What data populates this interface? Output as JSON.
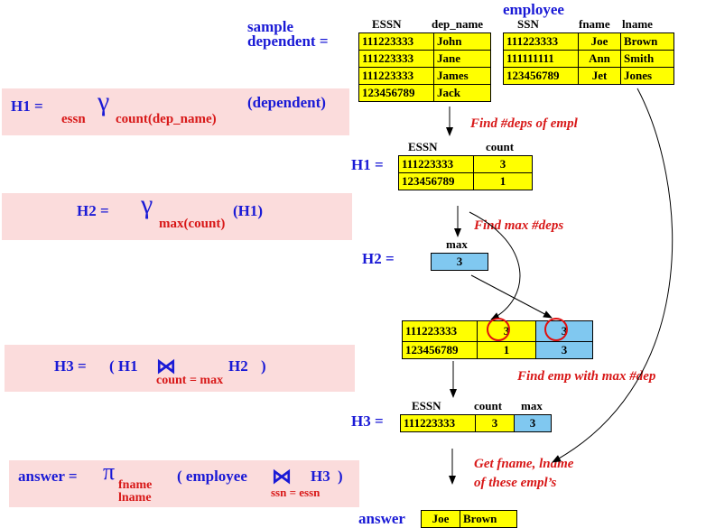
{
  "labels": {
    "sample_line1": "sample",
    "sample_line2": "dependent =",
    "employee": "employee",
    "h1_eq": "H1 =",
    "h2_eq": "H2 =",
    "h3_eq": "H3 =",
    "answer": "answer"
  },
  "dependent": {
    "headers": [
      "ESSN",
      "dep_name"
    ],
    "rows": [
      [
        "111223333",
        "John"
      ],
      [
        "111223333",
        "Jane"
      ],
      [
        "111223333",
        "James"
      ],
      [
        "123456789",
        "Jack"
      ]
    ]
  },
  "employee": {
    "headers": [
      "SSN",
      "fname",
      "lname"
    ],
    "rows": [
      [
        "111223333",
        "Joe",
        "Brown"
      ],
      [
        "111111111",
        "Ann",
        "Smith"
      ],
      [
        "123456789",
        "Jet",
        "Jones"
      ]
    ]
  },
  "h1_table": {
    "headers": [
      "ESSN",
      "count"
    ],
    "rows": [
      [
        "111223333",
        "3"
      ],
      [
        "123456789",
        "1"
      ]
    ]
  },
  "h2_table": {
    "header": "max",
    "value": "3"
  },
  "join_table": {
    "rows": [
      [
        "111223333",
        "3",
        "3"
      ],
      [
        "123456789",
        "1",
        "3"
      ]
    ]
  },
  "h3_table": {
    "headers": [
      "ESSN",
      "count",
      "max"
    ],
    "row": [
      "111223333",
      "3",
      "3"
    ]
  },
  "answer_table": {
    "row": [
      "Joe",
      "Brown"
    ]
  },
  "notes": {
    "n1": "Find #deps of empl",
    "n2": "Find max #deps",
    "n3": "Find emp with max #dep",
    "n4_line1": "Get fname, lname",
    "n4_line2": "of these empl’s"
  },
  "formulas": {
    "h1": {
      "lhs": "H1 =",
      "gamma": "γ",
      "sub_left": "essn",
      "sub_right": "count(dep_name)",
      "arg": "(dependent)"
    },
    "h2": {
      "lhs": "H2 =",
      "gamma": "γ",
      "sub": "max(count)",
      "arg": "(H1)"
    },
    "h3": {
      "lhs": "H3 =",
      "open": "( H1",
      "join": "⋈",
      "right": "H2",
      "close": ")",
      "cond": "count = max"
    },
    "ans": {
      "lhs": "answer =",
      "pi": "π",
      "sub1": "fname",
      "sub2": "lname",
      "open": "( employee",
      "join": "⋈",
      "right": "H3",
      "close": ")",
      "cond": "ssn = essn"
    }
  },
  "colors": {
    "blue_text": "#1a1ad6",
    "red_text": "#d81818",
    "table_yellow": "#ffff00",
    "table_blue": "#80c8f0",
    "formula_bg": "#fbdcdc"
  }
}
